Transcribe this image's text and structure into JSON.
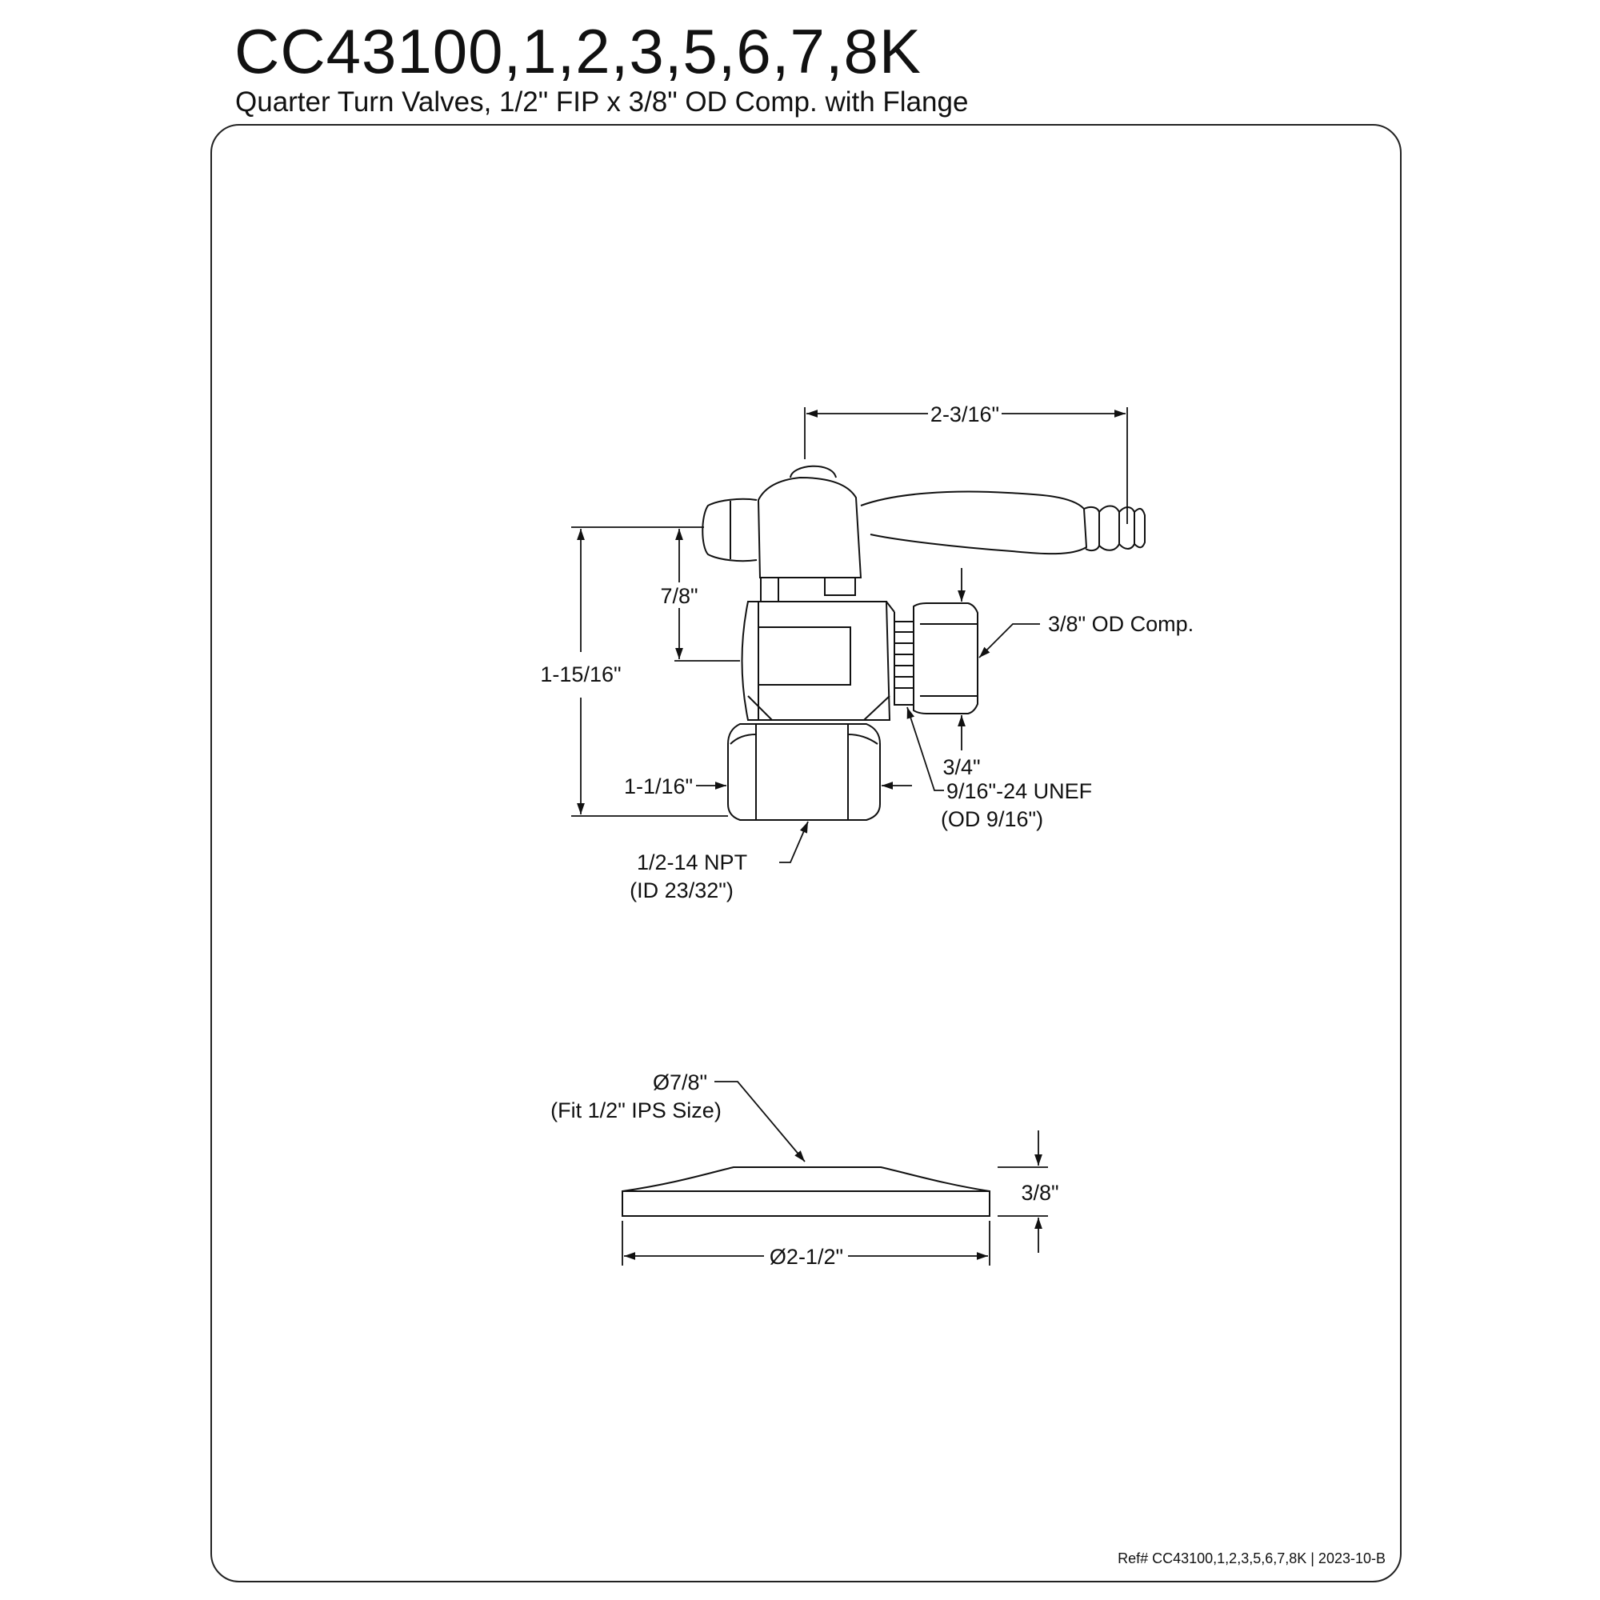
{
  "header": {
    "title": "CC43100,1,2,3,5,6,7,8K",
    "subtitle": "Quarter Turn Valves, 1/2\" FIP x 3/8\" OD Comp. with Flange"
  },
  "valve_dims": {
    "overall_width": "2-3/16\"",
    "handle_to_center": "7/8\"",
    "overall_height": "1-15/16\"",
    "outlet_label": "3/8\" OD Comp.",
    "outlet_nut": "3/4\"",
    "inlet_hex": "1-1/16\"",
    "thread_line1": "9/16\"-24 UNEF",
    "thread_line2": "(OD 9/16\")",
    "inlet_line1": "1/2-14 NPT",
    "inlet_line2": "(ID 23/32\")"
  },
  "flange_dims": {
    "bore_line1": "Ø7/8\"",
    "bore_line2": "(Fit 1/2\" IPS Size)",
    "height": "3/8\"",
    "diameter": "Ø2-1/2\""
  },
  "footer": {
    "ref": "Ref# CC43100,1,2,3,5,6,7,8K | 2023-10-B"
  }
}
